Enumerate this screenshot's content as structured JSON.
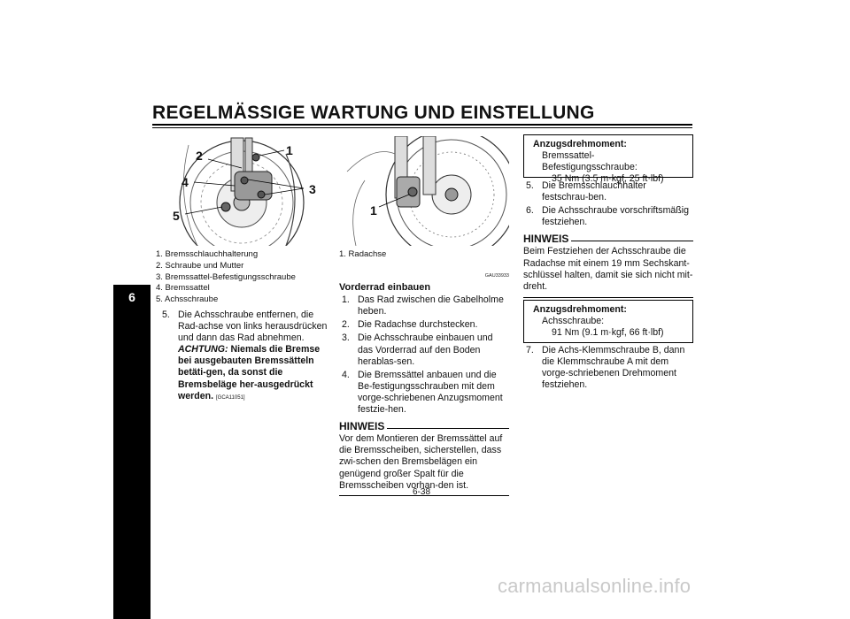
{
  "header": {
    "title": "REGELMÄSSIGE WARTUNG UND EINSTELLUNG"
  },
  "tab": {
    "number": "6"
  },
  "figure_left": {
    "labels": [
      "1",
      "2",
      "3",
      "4",
      "5"
    ],
    "caption": [
      "1. Bremsschlauchhalterung",
      "2. Schraube und Mutter",
      "3. Bremssattel-Befestigungsschraube",
      "4. Bremssattel",
      "5. Achsschraube"
    ]
  },
  "figure_middle": {
    "labels": [
      "1"
    ],
    "caption": [
      "1. Radachse"
    ]
  },
  "col1": {
    "step5_num": "5.",
    "step5_text": "Die Achsschraube entfernen, die Rad-achse von links herausdrücken und dann das Rad abnehmen.",
    "warning_label": "ACHTUNG:",
    "warning_text": "Niemals die Bremse bei ausgebauten Bremssätteln betäti-gen, da sonst die Bremsbeläge her-ausgedrückt werden.",
    "warning_code": "[GCA11051]"
  },
  "col2": {
    "code": "GAU33933",
    "heading": "Vorderrad einbauen",
    "steps": [
      {
        "num": "1.",
        "text": "Das Rad zwischen die Gabelholme heben."
      },
      {
        "num": "2.",
        "text": "Die Radachse durchstecken."
      },
      {
        "num": "3.",
        "text": "Die Achsschraube einbauen und das Vorderrad auf den Boden herablas-sen."
      },
      {
        "num": "4.",
        "text": "Die Bremssättel anbauen und die Be-festigungsschrauben mit dem vorge-schriebenen Anzugsmoment festzie-hen."
      }
    ],
    "note_title": "HINWEIS",
    "note_text": "Vor dem Montieren der Bremssättel auf die Bremsscheiben, sicherstellen, dass zwi-schen den Bremsbelägen ein genügend großer Spalt für die Bremsscheiben vorhan-den ist."
  },
  "col3": {
    "box1": {
      "title": "Anzugsdrehmoment:",
      "item": "Bremssattel-Befestigungsschraube:",
      "value": "35 Nm (3.5 m·kgf, 25 ft·lbf)"
    },
    "steps_a": [
      {
        "num": "5.",
        "text": "Die Bremsschlauchhalter festschrau-ben."
      },
      {
        "num": "6.",
        "text": "Die Achsschraube vorschriftsmäßig festziehen."
      }
    ],
    "note_title": "HINWEIS",
    "note_text": "Beim Festziehen der Achsschraube die Radachse mit einem 19 mm Sechskant-schlüssel halten, damit sie sich nicht mit-dreht.",
    "box2": {
      "title": "Anzugsdrehmoment:",
      "item": "Achsschraube:",
      "value": "91 Nm (9.1 m·kgf, 66 ft·lbf)"
    },
    "steps_b": [
      {
        "num": "7.",
        "text": "Die Achs-Klemmschraube B, dann die Klemmschraube A mit dem vorge-schriebenen Drehmoment festziehen."
      }
    ]
  },
  "footer": {
    "page": "6-38"
  },
  "watermark": {
    "text": "carmanualsonline.info"
  }
}
